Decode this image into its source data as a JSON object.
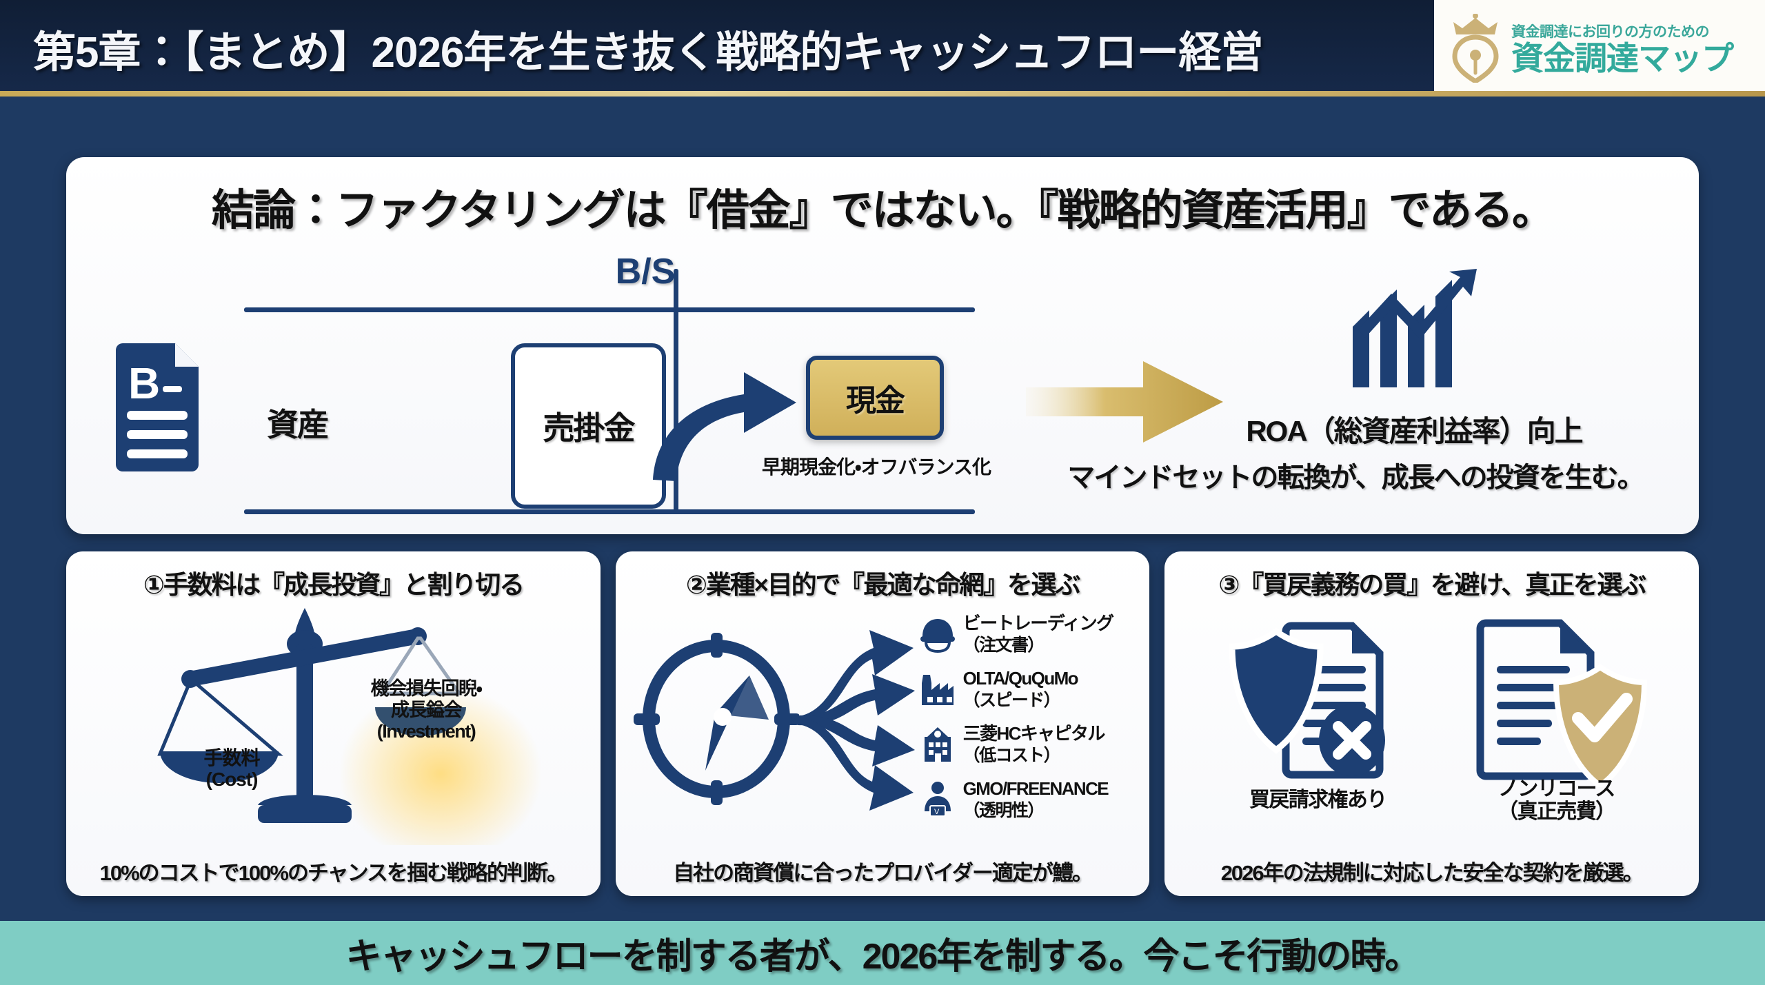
{
  "header": {
    "title": "第5章：【まとめ】2026年を生き抜く戦略的キャッシュフロー経営",
    "brand": {
      "tagline": "資金調達にお回りの方のための",
      "name": "資金調達マップ",
      "logo_icon": "crown-map-pin-icon"
    }
  },
  "hero": {
    "title": "結論：ファクタリングは『借金』ではない。『戦略的資産活用』である。",
    "bs_label": "B/S",
    "doc_icon": "balance-sheet-document-icon",
    "assets_label": "資産",
    "accounts_receivable_label": "売掛金",
    "cash_label": "現金",
    "curve_arrow_icon": "curved-arrow-icon",
    "offbalance_note": "早期現金化・オフバランス化",
    "gold_arrow_icon": "gold-right-arrow-icon",
    "growth_icon": "growth-bar-chart-arrow-icon",
    "roa_text": "ROA（総資産利益率）向上",
    "mindset_text": "マインドセットの転換が、成長への投資を生む。"
  },
  "cards": [
    {
      "title": "①手数料は『成長投資』と割り切る",
      "icon": "balance-scale-icon",
      "left_pan_label": "手数料\n(Cost)",
      "left_pan_line1": "手数料",
      "left_pan_line2": "(Cost)",
      "right_pan_line1": "機会損失回睨・",
      "right_pan_line2": "成長鎰会",
      "right_pan_line3": "(Investment)",
      "caption": "10%のコストで100%のチャンスを掴む戦略的判断。"
    },
    {
      "title": "②業種×目的で『最適な命網』を選ぶ",
      "icon": "compass-icon",
      "fan_icon": "branching-arrows-icon",
      "providers": [
        {
          "icon": "helmet-icon",
          "name": "ビートレーディング",
          "note": "（注文書）"
        },
        {
          "icon": "factory-icon",
          "name": "OLTA/QuQuMo",
          "note": "（スピード）"
        },
        {
          "icon": "building-icon",
          "name": "三菱HCキャピタル",
          "note": "（低コスト）"
        },
        {
          "icon": "person-laptop-icon",
          "name": "GMO/FREENANCE",
          "note": "（透明性）"
        }
      ],
      "caption": "自社の商資償に合ったプロバイダー適定が鱧。"
    },
    {
      "title": "③『買戻義務の買』を避け、真正を選ぶ",
      "left_icon": "shield-document-x-icon",
      "right_icon": "document-shield-check-icon",
      "left_label": "買戻請求権あり",
      "right_label_line1": "ノンリコース",
      "right_label_line2": "（真正売費）",
      "caption": "2026年の法規制に対応した安全な契約を厳選。"
    }
  ],
  "footer": {
    "text": "キャッシュフローを制する者が、2026年を制する。今こそ行動の時。"
  },
  "colors": {
    "header_navy": "#101e35",
    "background_navy": "#1e3a62",
    "gold": "#c9ab63",
    "brand_teal": "#33aa9c",
    "footer_teal": "#7fcdc4",
    "icon_navy": "#1d3f73"
  }
}
